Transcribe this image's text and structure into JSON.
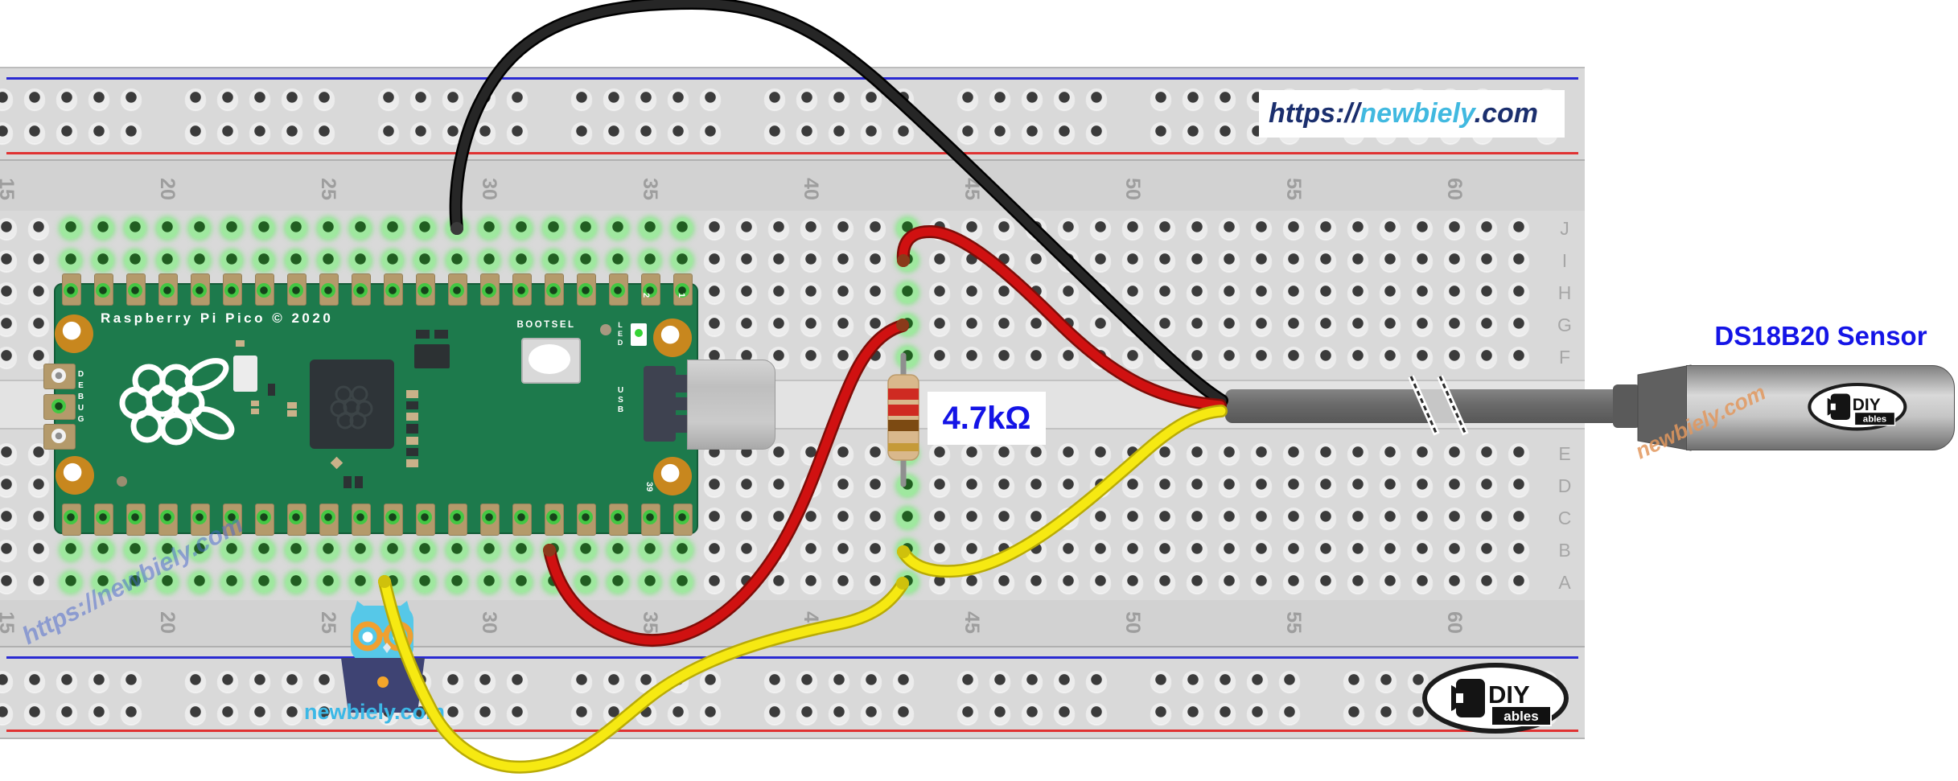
{
  "colors": {
    "board_green": "#1d7a4c",
    "breadboard_gray": "#d9d9d9",
    "rail_blue": "#2a2ad2",
    "rail_red": "#e03232",
    "hole_dark": "#3b3b3b",
    "connected_green": "#9fe89f",
    "tab_tan": "#b49a6b",
    "pad_green": "#43c743",
    "gold": "#c8871e",
    "wire_black": "#232323",
    "wire_red": "#d01111",
    "wire_yellow": "#f6e912",
    "cable_gray": "#6b6b6b",
    "label_blue": "#1414e6",
    "url_navy": "#1b2f6e",
    "url_cyan": "#41b9e0",
    "mascot_cyan": "#3cb8e6",
    "watermark_blue": "rgba(70,100,205,0.5)",
    "watermark_orange": "rgba(226,152,94,0.85)"
  },
  "url_banner": {
    "prefix": "https://",
    "brand": "newbiely",
    "tld": ".com"
  },
  "sensor": {
    "name": "DS18B20 Sensor",
    "watermark": "newbiely.com"
  },
  "resistor": {
    "value_label": "4.7kΩ"
  },
  "pico": {
    "title": "Raspberry Pi Pico © 2020",
    "bootsel_label": "BOOTSEL",
    "led_label": "LED",
    "usb_label": "USB",
    "debug_label": "DEBUG",
    "pin1": "1",
    "pin2": "2",
    "pin39": "39"
  },
  "breadboard": {
    "column_labels": [
      "15",
      "20",
      "25",
      "30",
      "35",
      "40",
      "45",
      "50",
      "55",
      "60"
    ],
    "row_labels_top": [
      "J",
      "I",
      "H",
      "G",
      "F"
    ],
    "row_labels_bottom": [
      "E",
      "D",
      "C",
      "B",
      "A"
    ]
  },
  "watermark_left": {
    "text": "https://newbiely.com"
  },
  "mascot": {
    "caption": "newbiely.com"
  },
  "diyables": {
    "name": "DIY",
    "sub": "ables"
  }
}
